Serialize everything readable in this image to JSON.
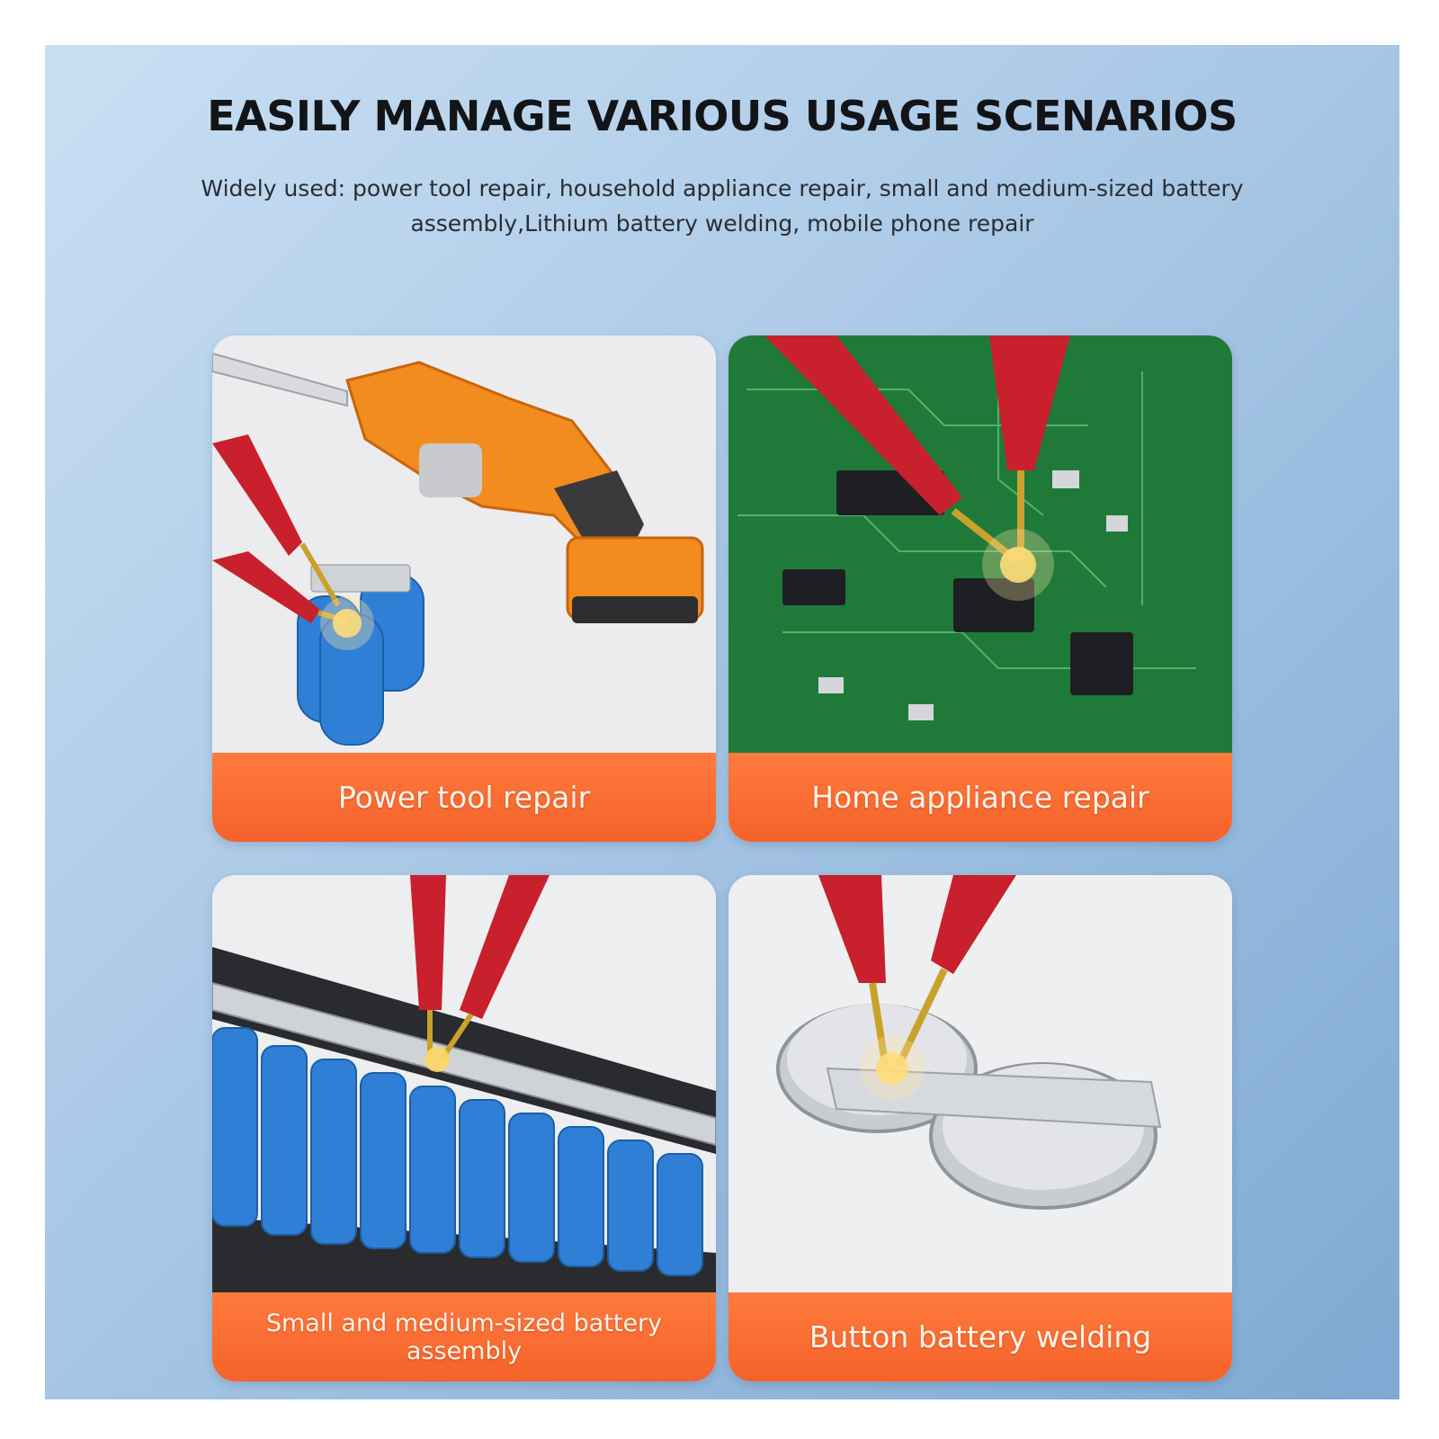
{
  "headline": "EASILY MANAGE VARIOUS USAGE SCENARIOS",
  "subtitle": "Widely used: power tool repair, household appliance repair, small and medium-sized battery assembly,Lithium battery welding, mobile phone repair",
  "cards": [
    {
      "label": "Power tool repair",
      "icon": "reciprocating-saw-icon"
    },
    {
      "label": "Home appliance repair",
      "icon": "circuit-board-icon"
    },
    {
      "label": "Small and medium-sized battery assembly",
      "icon": "battery-pack-icon"
    },
    {
      "label": "Button battery welding",
      "icon": "coin-cell-icon"
    }
  ],
  "colors": {
    "background_start": "#c9dff3",
    "background_end": "#7fa9d3",
    "label_orange": "#f4622a",
    "pen_red": "#c8202c",
    "battery_blue": "#2f7fd6",
    "pcb_green": "#1f7a3a"
  }
}
